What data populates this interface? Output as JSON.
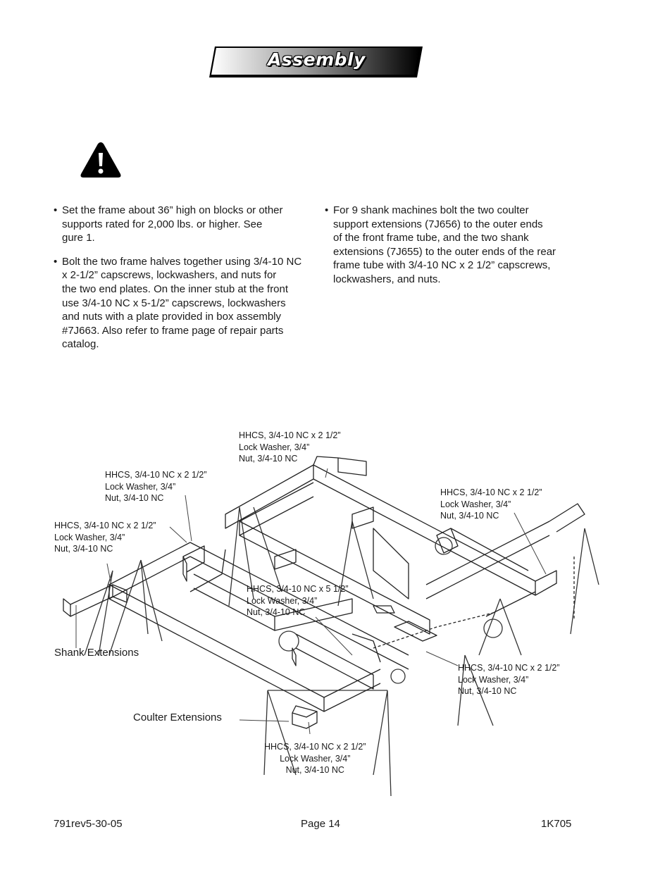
{
  "header": {
    "title": "Assembly"
  },
  "icons": {
    "warning": "warning-triangle-icon"
  },
  "left_column": [
    {
      "text": "Set the frame about 36” high on blocks or other\nsupports rated for 2,000 lbs. or higher.  See\n gure 1."
    },
    {
      "text": "Bolt the two frame halves together using 3/4-10 NC\nx 2-1/2” capscrews, lockwashers, and nuts for\nthe two end plates.  On the inner stub at the front\nuse 3/4-10 NC x 5-1/2” capscrews, lockwashers\nand nuts with a plate provided in box assembly\n#7J663.  Also refer to frame page of repair parts\ncatalog."
    }
  ],
  "right_column": [
    {
      "text": "For 9 shank machines bolt the two coulter\nsupport extensions (7J656) to the outer ends\nof the front frame tube, and the two shank\nextensions (7J655) to the outer ends of the rear\nframe tube with 3/4-10 NC x 2 1/2” capscrews,\nlockwashers, and nuts."
    }
  ],
  "figure": {
    "callouts": {
      "top_center": "HHCS, 3/4-10 NC x 2 1/2”\nLock Washer, 3/4”\nNut, 3/4-10 NC",
      "upper_left": "HHCS, 3/4-10 NC x 2 1/2”\nLock Washer, 3/4”\nNut, 3/4-10 NC",
      "left": "HHCS, 3/4-10 NC x 2 1/2”\nLock Washer, 3/4”\nNut, 3/4-10 NC",
      "right_top": "HHCS, 3/4-10 NC x 2 1/2”\nLock Washer, 3/4”\nNut, 3/4-10 NC",
      "center": "HHCS, 3/4-10 NC x 5 1/2”\nLock Washer, 3/4”\nNut, 3/4-10 NC",
      "right_bottom": "HHCS, 3/4-10 NC x 2 1/2”\nLock Washer, 3/4”\nNut, 3/4-10 NC",
      "bottom": "HHCS, 3/4-10 NC x 2 1/2”\nLock Washer, 3/4”\nNut, 3/4-10 NC"
    },
    "labels": {
      "shank": "Shank Extensions",
      "coulter": "Coulter Extensions"
    }
  },
  "footer": {
    "left": "791rev5-30-05",
    "center": "Page  14",
    "right": "1K705"
  }
}
